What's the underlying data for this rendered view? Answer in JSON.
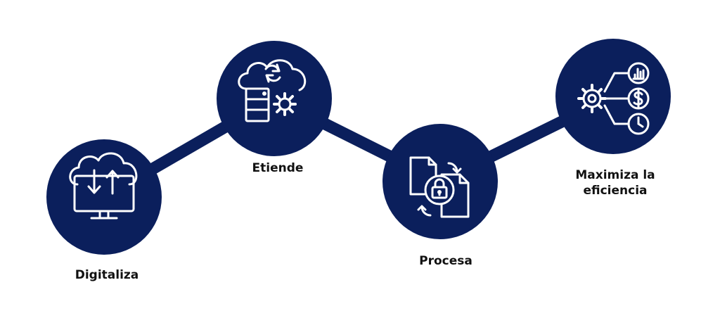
{
  "colors": {
    "circle": "#0b1f5c",
    "connector": "#0b1f5c",
    "icon": "#ffffff",
    "text": "#111111"
  },
  "steps": [
    {
      "label": "Digitaliza",
      "icon": "cloud-monitor-upload-download-icon"
    },
    {
      "label": "Etiende",
      "icon": "cloud-server-gear-icon"
    },
    {
      "label": "Procesa",
      "icon": "documents-lock-sync-icon"
    },
    {
      "label_line1": "Maximiza la",
      "label_line2": "eficiencia",
      "icon": "gear-chart-dollar-clock-icon"
    }
  ]
}
